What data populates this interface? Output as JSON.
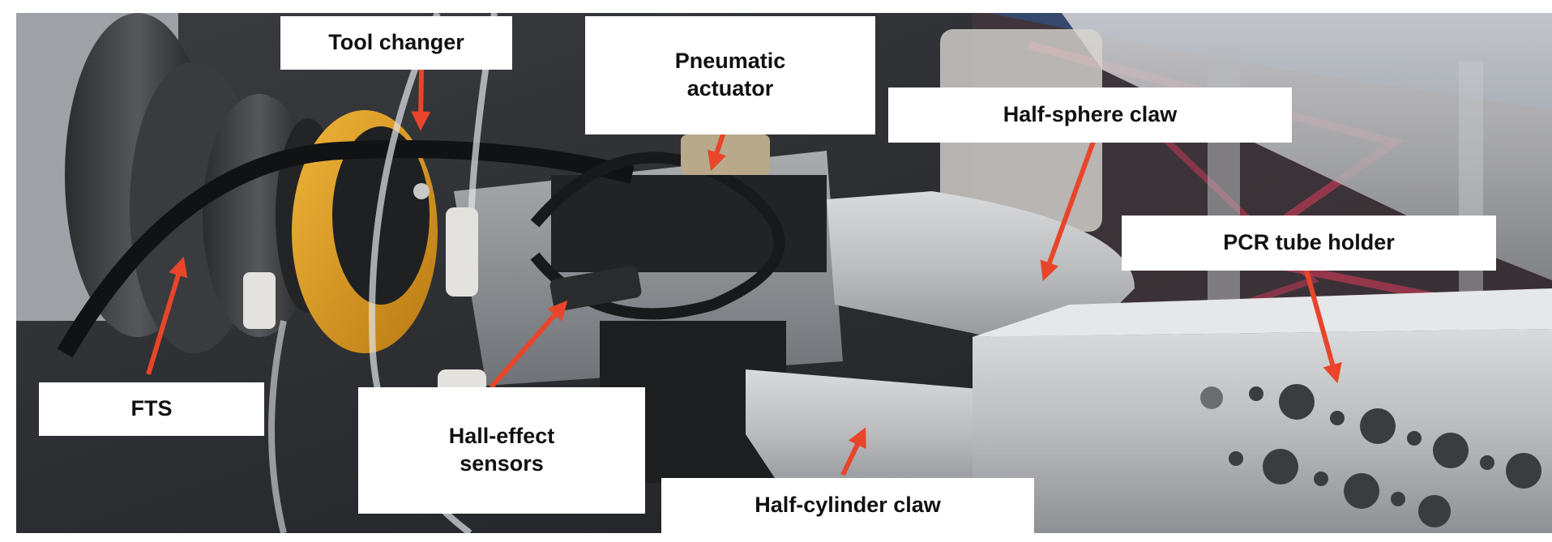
{
  "figure": {
    "labels": {
      "tool_changer": "Tool changer",
      "pneumatic_actuator": "Pneumatic\nactuator",
      "half_sphere_claw": "Half-sphere claw",
      "pcr_tube_holder": "PCR tube holder",
      "fts": "FTS",
      "hall_effect_sensors": "Hall-effect\nsensors",
      "half_cylinder_claw": "Half-cylinder claw"
    },
    "colors": {
      "arrow": "#e8452a",
      "label_background": "#ffffff",
      "label_text": "#111111"
    }
  }
}
